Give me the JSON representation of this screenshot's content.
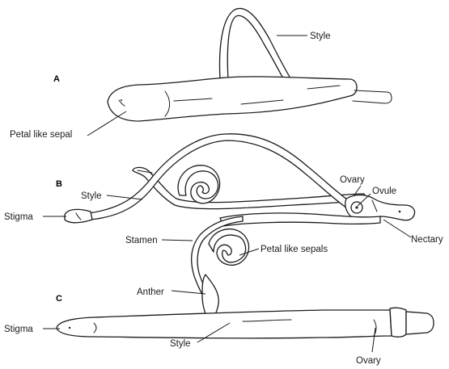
{
  "panels": {
    "a": "A",
    "b": "B",
    "c": "C"
  },
  "labels": {
    "a_style": "Style",
    "a_petal_like_sepal": "Petal like sepal",
    "b_ovary": "Ovary",
    "b_ovule": "Ovule",
    "b_style": "Style",
    "b_stigma": "Stigma",
    "b_nectary": "Nectary",
    "b_stamen": "Stamen",
    "b_petal_like_sepals": "Petal like sepals",
    "b_anther": "Anther",
    "c_stigma": "Stigma",
    "c_style": "Style",
    "c_ovary": "Ovary"
  },
  "colors": {
    "stroke": "#1a1a1a",
    "fill": "#ffffff",
    "background": "#ffffff"
  }
}
